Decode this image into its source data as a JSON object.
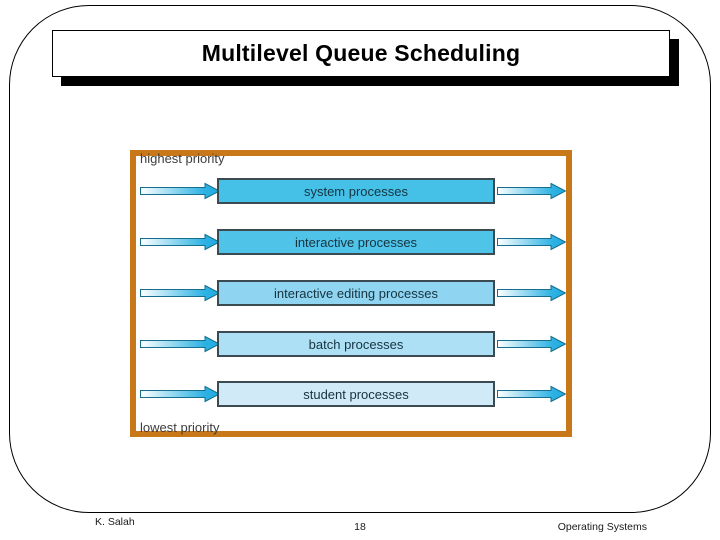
{
  "slide": {
    "title": "Multilevel Queue Scheduling",
    "footer": {
      "author": "K. Salah",
      "page_number": "18",
      "course": "Operating Systems"
    }
  },
  "diagram": {
    "top_label": "highest priority",
    "bottom_label": "lowest priority",
    "border_color": "#C87818",
    "box_border_color": "#3C4A52",
    "arrow_outline_color": "#156E8E",
    "arrow_gradient_start": "#FFFFFF",
    "arrow_gradient_end": "#2FB3E3",
    "queues": [
      {
        "label": "system processes",
        "fill": "#45C1E8"
      },
      {
        "label": "interactive processes",
        "fill": "#50C3E9"
      },
      {
        "label": "interactive editing processes",
        "fill": "#8FD4F1"
      },
      {
        "label": "batch processes",
        "fill": "#AEE0F5"
      },
      {
        "label": "student processes",
        "fill": "#D0EAF8"
      }
    ]
  }
}
